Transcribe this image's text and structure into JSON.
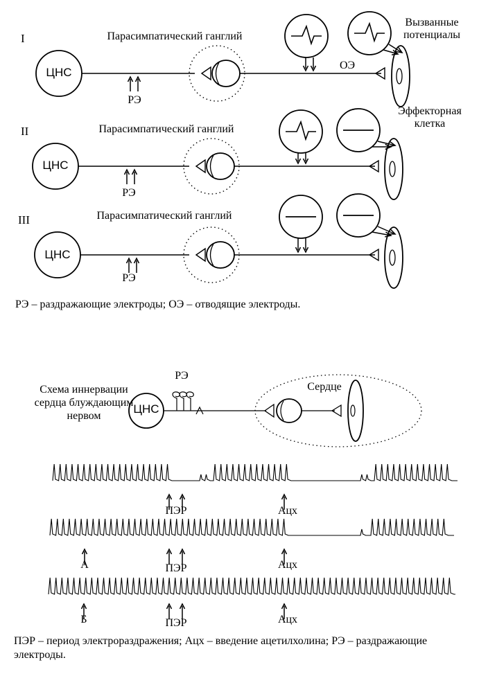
{
  "panel_top": {
    "rows": [
      {
        "roman": "I",
        "cns": "ЦНС",
        "ganglion": "Парасимпатический ганглий",
        "re": "РЭ",
        "oe": "ОЭ"
      },
      {
        "roman": "II",
        "cns": "ЦНС",
        "ganglion": "Парасимпатический ганглий",
        "re": "РЭ"
      },
      {
        "roman": "III",
        "cns": "ЦНС",
        "ganglion": "Парасимпатический ганглий",
        "re": "РЭ"
      }
    ],
    "evoked_potentials": "Вызванные потенциалы",
    "effector_cell": "Эффекторная клетка",
    "legend": "РЭ – раздражающие электроды; ОЭ – отводящие электроды."
  },
  "panel_bottom": {
    "scheme_label": "Схема иннервации сердца блуждающим нервом",
    "cns": "ЦНС",
    "re": "РЭ",
    "heart": "Сердце",
    "traces": [
      {
        "marks": [
          "ПЭР",
          "Ацх"
        ]
      },
      {
        "marks": [
          "А",
          "ПЭР",
          "Ацх"
        ]
      },
      {
        "marks": [
          "Б",
          "ПЭР",
          "Ацх"
        ]
      }
    ],
    "legend": "ПЭР – период электрораздражения; Ацх – введение ацетилхолина; РЭ – раздражающие электроды."
  }
}
